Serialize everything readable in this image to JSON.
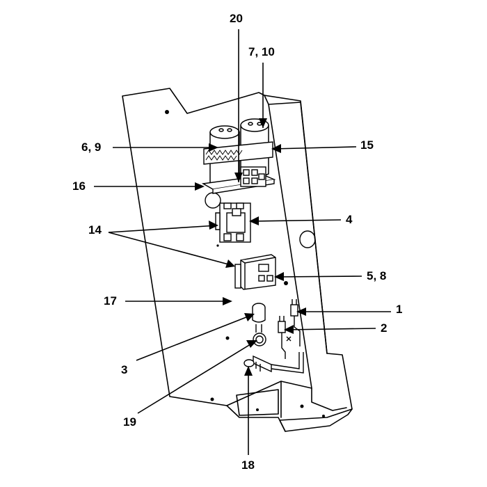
{
  "diagram": {
    "callouts": {
      "c20": "20",
      "c7_10": "7, 10",
      "c6_9": "6, 9",
      "c15": "15",
      "c16": "16",
      "c4": "4",
      "c14": "14",
      "c5_8": "5, 8",
      "c17": "17",
      "c1": "1",
      "c2": "2",
      "c3": "3",
      "c19": "19",
      "c18": "18"
    }
  }
}
